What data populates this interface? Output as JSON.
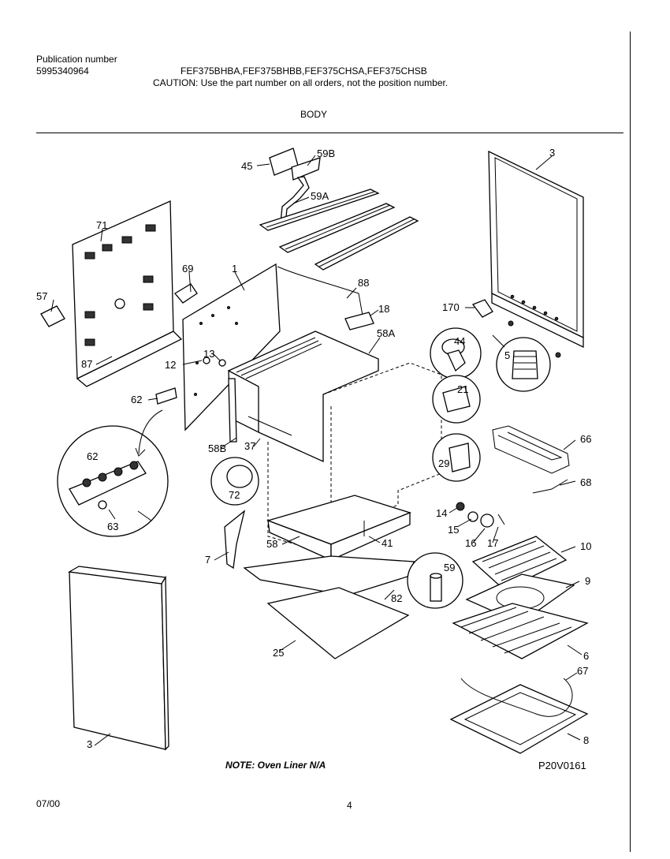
{
  "header": {
    "pub_label": "Publication number",
    "pub_number": "5995340964",
    "models": "FEF375BHBA,FEF375BHBB,FEF375CHSA,FEF375CHSB",
    "caution": "CAUTION:  Use the part number on all orders, not the position number.",
    "section": "BODY"
  },
  "callouts": [
    "45",
    "59B",
    "59A",
    "3",
    "71",
    "69",
    "1",
    "88",
    "57",
    "170",
    "18",
    "58A",
    "44",
    "87",
    "12",
    "13",
    "5",
    "62",
    "21",
    "58B",
    "37",
    "66",
    "29",
    "68",
    "72",
    "62",
    "63",
    "14",
    "15",
    "16",
    "17",
    "58",
    "41",
    "10",
    "7",
    "9",
    "59",
    "82",
    "6",
    "25",
    "67",
    "8",
    "3"
  ],
  "footer": {
    "note": "NOTE:  Oven Liner N/A",
    "diagram_code": "P20V0161",
    "date": "07/00",
    "page": "4"
  }
}
